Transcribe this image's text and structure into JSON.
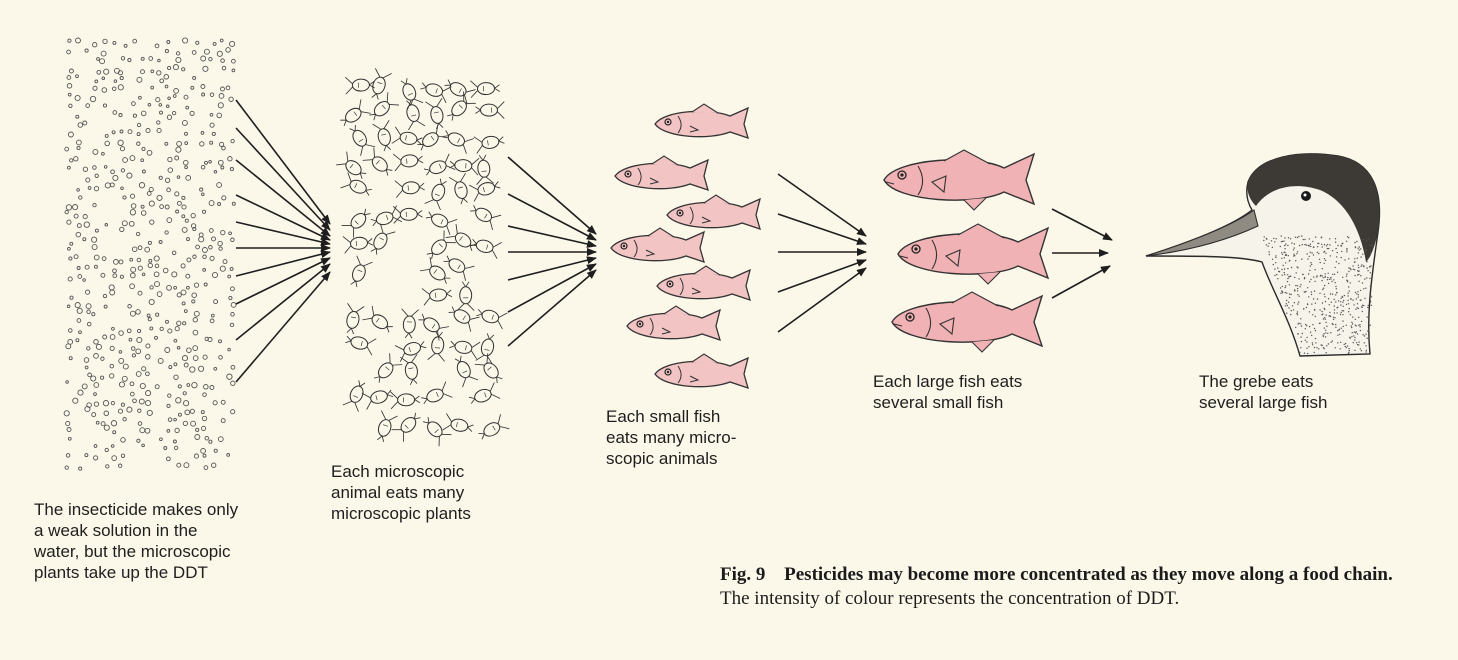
{
  "labels": {
    "plants": "The insecticide makes only\na weak solution in the\nwater, but the microscopic\nplants take up the DDT",
    "micro_animals": "Each microscopic\nanimal eats many\nmicroscopic plants",
    "small_fish": "Each small fish\neats many micro-\nscopic animals",
    "large_fish": "Each large fish eats\nseveral small fish",
    "grebe": "The grebe eats\nseveral large fish"
  },
  "caption": {
    "fig": "Fig. 9",
    "title": "Pesticides may become more concentrated as they move along a food chain.",
    "body": "The intensity of colour represents the concentration of DDT."
  },
  "colors": {
    "background": "#fbf8ea",
    "ink": "#1e1e1e",
    "fish_pink": "#f2c4c4",
    "fish_pink_large": "#f0b2b4",
    "grebe_head": "#3d3a36"
  },
  "stages": [
    {
      "name": "microscopic-plants",
      "icon": "plankton-dots"
    },
    {
      "name": "microscopic-animals",
      "icon": "zooplankton"
    },
    {
      "name": "small-fish",
      "icon": "fish-icon"
    },
    {
      "name": "large-fish",
      "icon": "fish-icon"
    },
    {
      "name": "grebe",
      "icon": "grebe-head-icon"
    }
  ]
}
